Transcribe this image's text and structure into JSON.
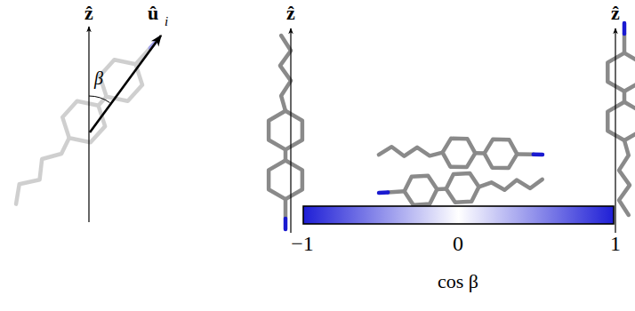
{
  "diagram": {
    "labels": [
      "ẑ",
      "û",
      "i",
      "β",
      "ẑ",
      "ẑ",
      "−1",
      "0",
      "1",
      "cos β"
    ]
  }
}
